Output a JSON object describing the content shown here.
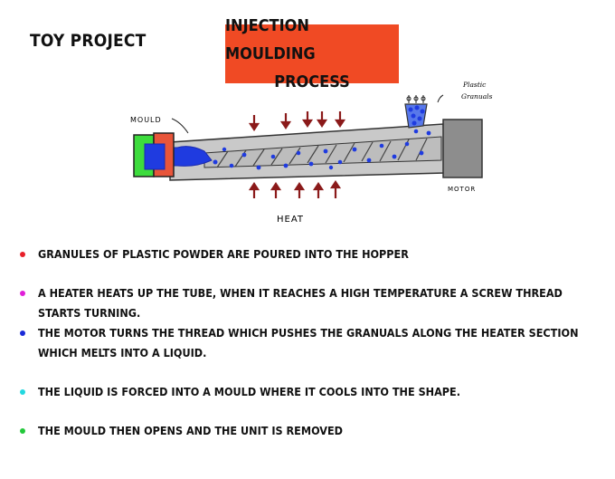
{
  "header": {
    "project_label": "TOY PROJECT",
    "title_line1": "INJECTION MOULDING",
    "title_line2": "PROCESS"
  },
  "diagram": {
    "labels": {
      "mould": "MOULD",
      "heat": "HEAT",
      "motor": "MOTOR",
      "granules_line1": "Plastic",
      "granules_line2": "Granuals"
    },
    "colors": {
      "mould_green": "#3ddc3d",
      "mould_red": "#e8553a",
      "plastic_blue": "#1f3be0",
      "barrel_grey": "#c9c9c9",
      "motor_grey": "#8d8d8d",
      "heat_arrow": "#8b1a1a"
    }
  },
  "steps": [
    {
      "text": "GRANULES OF PLASTIC POWDER ARE POURED INTO THE HOPPER",
      "bullet_color": "#e8202a"
    },
    {
      "text": "A HEATER HEATS UP THE TUBE, WHEN IT REACHES A HIGH TEMPERATURE A SCREW THREAD STARTS TURNING.",
      "bullet_color": "#e020d8"
    },
    {
      "text": "THE MOTOR TURNS THE THREAD WHICH PUSHES THE GRANUALS ALONG THE HEATER SECTION WHICH MELTS INTO A LIQUID.",
      "bullet_color": "#1a2ad8"
    },
    {
      "text": "THE LIQUID IS FORCED INTO A MOULD WHERE IT COOLS INTO THE SHAPE.",
      "bullet_color": "#22d8e0"
    },
    {
      "text": "THE MOULD THEN OPENS AND THE UNIT IS REMOVED",
      "bullet_color": "#22c83a"
    }
  ]
}
